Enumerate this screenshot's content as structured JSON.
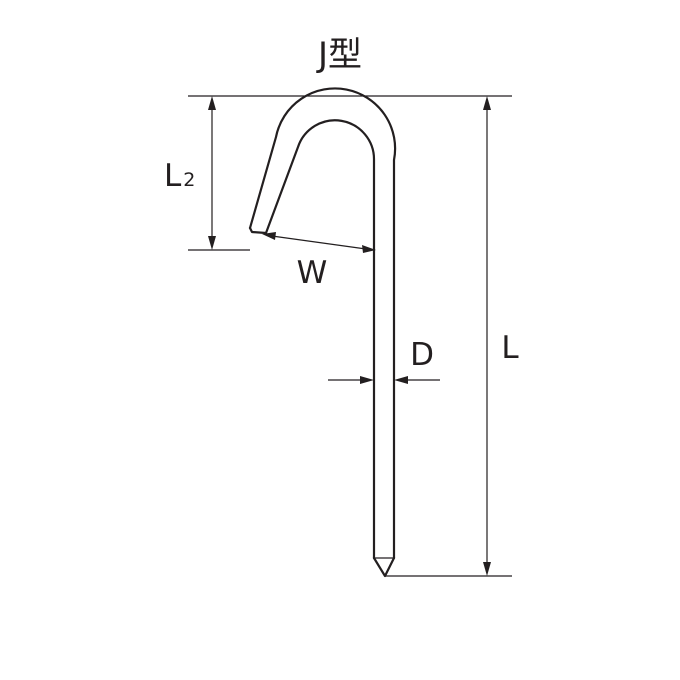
{
  "title": "J型",
  "dimensions": {
    "L2": {
      "main": "L",
      "sub": "2"
    },
    "W": "W",
    "D": "D",
    "L": "L"
  },
  "colors": {
    "line": "#231f20",
    "background": "#ffffff"
  }
}
